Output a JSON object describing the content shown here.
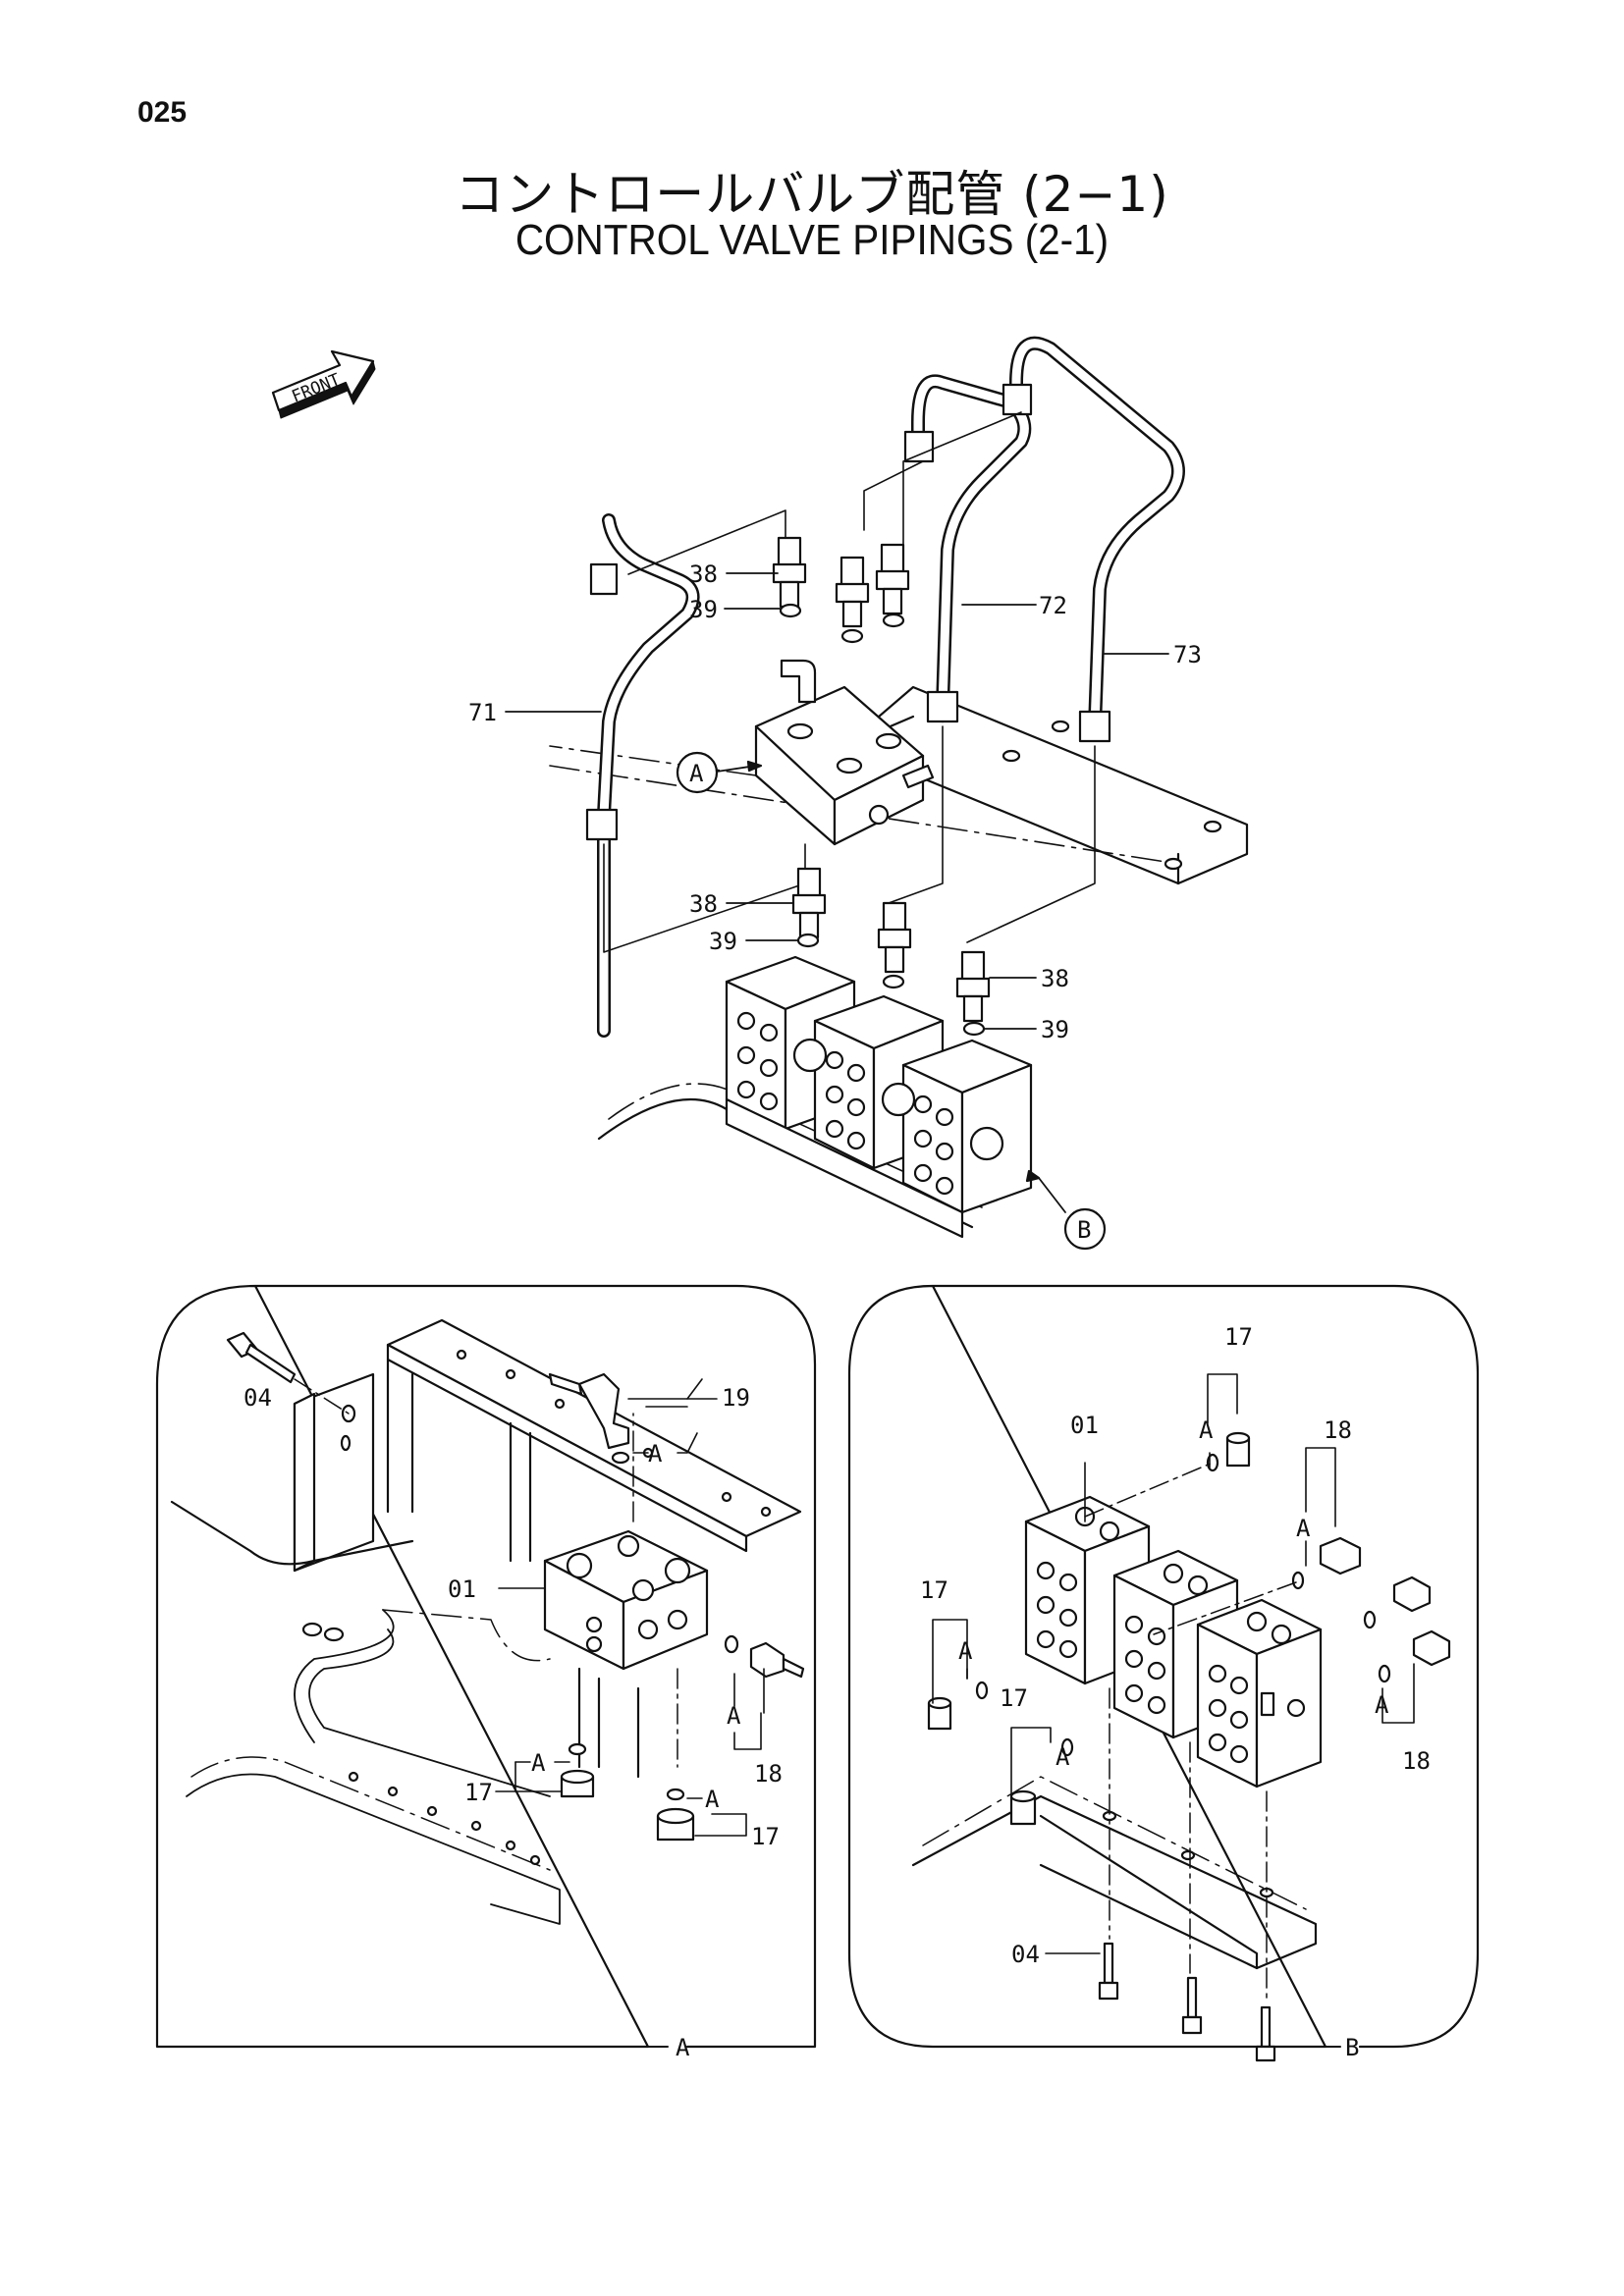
{
  "page_number": "025",
  "title_japanese": "コントロールバルブ配管 (2−1)",
  "title_english": "CONTROL VALVE PIPINGS (2-1)",
  "front_label": "FRONT",
  "detail_refs": {
    "a": "A",
    "b": "B"
  },
  "main_callouts": {
    "pipe_71": "71",
    "pipe_72": "72",
    "pipe_73": "73",
    "fitting_38_top": "38",
    "oring_39_top": "39",
    "fitting_38_mid": "38",
    "oring_39_mid": "39",
    "fitting_38_right": "38",
    "oring_39_right": "39"
  },
  "detail_a_callouts": {
    "bolt_04": "04",
    "elbow_19": "19",
    "block_01": "01",
    "connector_18": "18",
    "plug_17_left": "17",
    "plug_17_right": "17",
    "ref_a": [
      "A",
      "A",
      "A",
      "A"
    ]
  },
  "detail_b_callouts": {
    "block_01": "01",
    "plug_17_top": "17",
    "connector_18_top": "18",
    "plug_17_left": "17",
    "plug_17_mid": "17",
    "connector_18_right": "18",
    "bolt_04": "04",
    "ref_a": [
      "A",
      "A",
      "A",
      "A",
      "A"
    ]
  },
  "panel_labels": {
    "panel_a": "A",
    "panel_b": "B"
  }
}
